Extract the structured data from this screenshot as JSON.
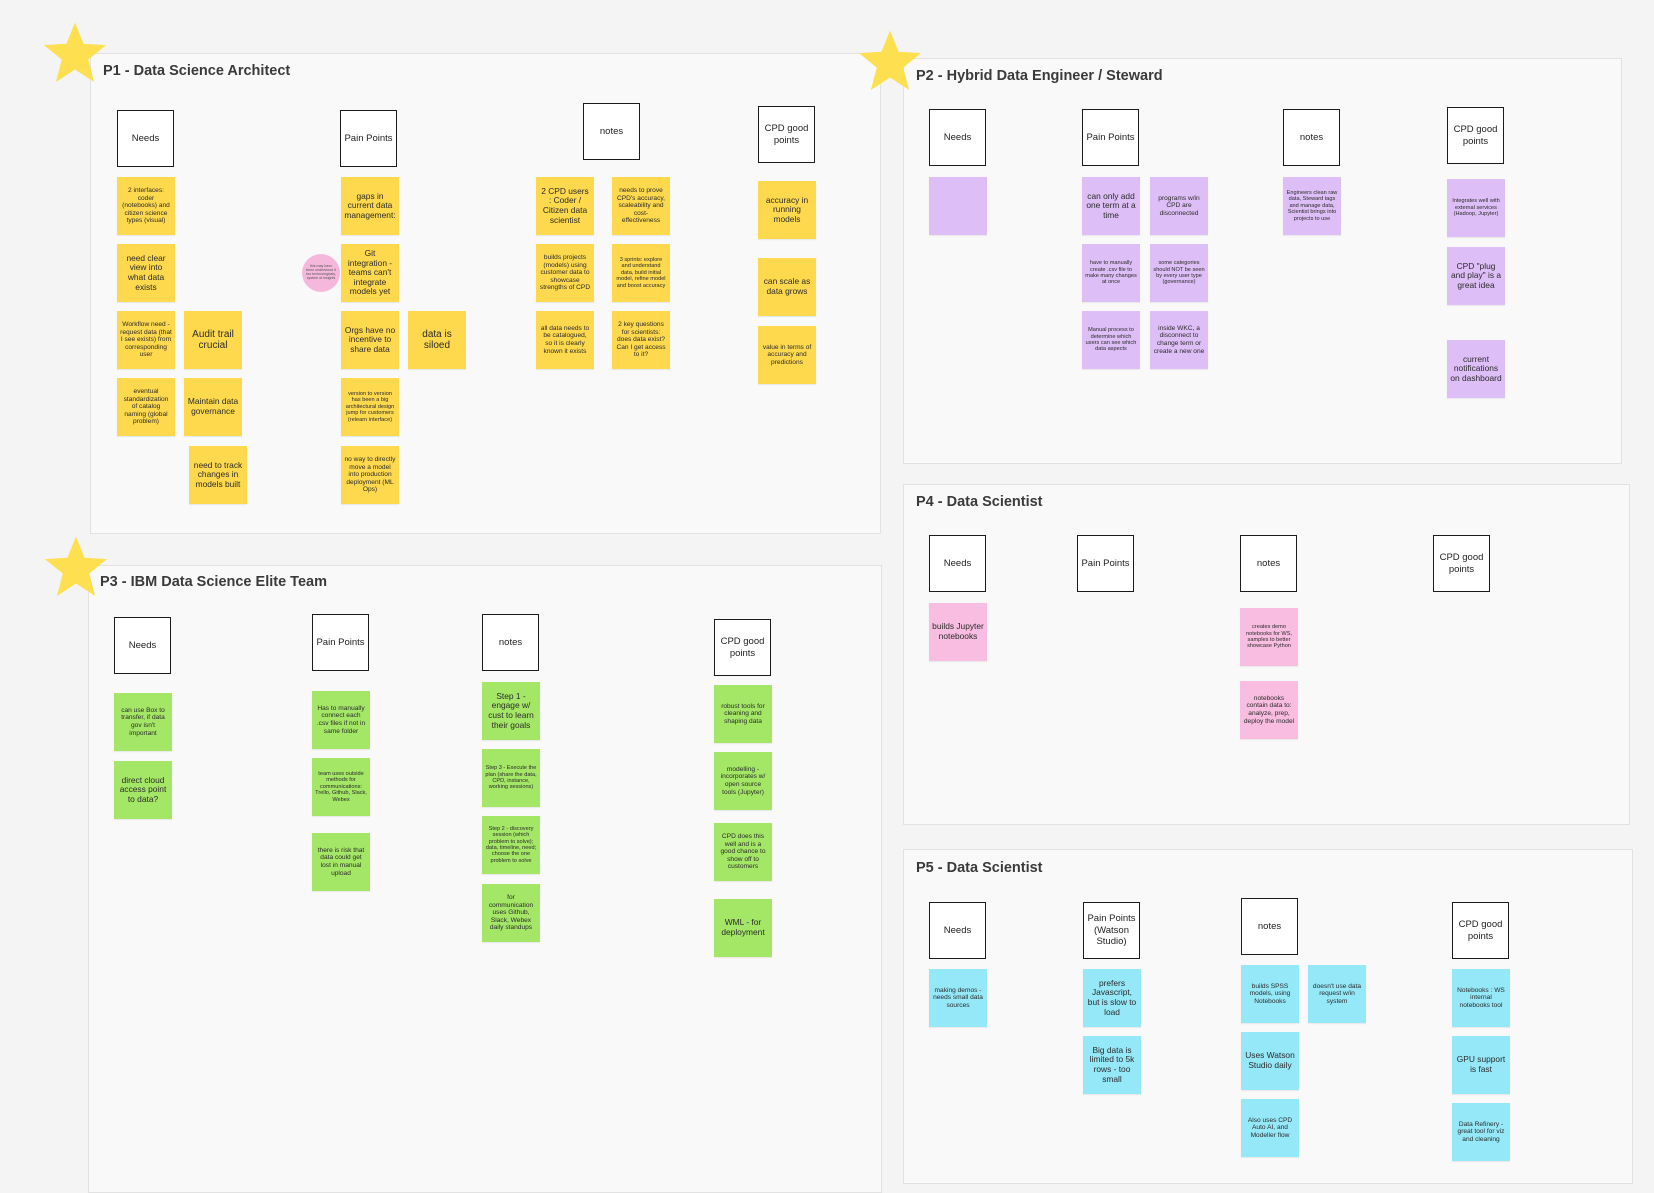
{
  "colors": {
    "yellow": "#fed94d",
    "purple": "#ddbef6",
    "green": "#a4e666",
    "pink": "#f8bde0",
    "cyan": "#95e8f8",
    "star": "#fddf4f"
  },
  "icons": {
    "star": "star-icon"
  },
  "frames": [
    {
      "id": "p1",
      "title": "P1 - Data Science Architect",
      "headers": [
        "Needs",
        "Pain Points",
        "notes",
        "CPD good points"
      ],
      "comment": "this may have been understood it too technologicaly, system of insights",
      "notes": [
        "2 interfaces: coder (notebooks) and citizen science types (visual)",
        "need clear view into what data exists",
        "Workflow need - request data (that I see exists) from corresponding user",
        "Audit trail crucial",
        "eventual standardization of catalog naming (global problem)",
        "Maintain data governance",
        "need to track changes in models built",
        "gaps in current data management:",
        "Git integration - teams can't integrate models yet",
        "Orgs have no incentive to share data",
        "data is siloed",
        "version to version has been a big architectural design jump for customers (relearn interface)",
        "no way to directly move a model into production deployment (ML Ops)",
        "2 CPD users : Coder / Citizen data scientist",
        "needs to prove CPD's accuracy, scaleability and cost-effectiveness",
        "builds projects (models) using customer data to showcase strengths of CPD",
        "3 sprints: explore and understand data, build initial model, refine model and boost accuracy",
        "all data needs to be catalogued, so it is clearly known it exists",
        "2 key questions for scientists: does data exist? Can I get access to it?",
        "accuracy in running models",
        "can scale as data grows",
        "value in terms of accuracy and predictions"
      ]
    },
    {
      "id": "p2",
      "title": "P2 - Hybrid Data Engineer / Steward",
      "headers": [
        "Needs",
        "Pain Points",
        "notes",
        "CPD good points"
      ],
      "notes": [
        "",
        "can only add one term at a time",
        "programs w/in CPD are disconnected",
        "have to manually create .csv file to make many changes at once",
        "some categories should NOT be seen by every user type (governance)",
        "Manual process to determine which users can see which data aspects",
        "inside WKC, a disconnect to change term or create a new one",
        "Engineers clean raw data, Steward tags and manage data, Scientist brings into projects to use",
        "Integrates well with external services (Hadoop, Jupyter)",
        "CPD \"plug and play\" is a great idea",
        "current notifications on dashboard"
      ]
    },
    {
      "id": "p3",
      "title": "P3 - IBM Data Science Elite Team",
      "headers": [
        "Needs",
        "Pain Points",
        "notes",
        "CPD good points"
      ],
      "notes": [
        "can use Box to transfer, if data gov isn't important",
        "direct cloud access point to data?",
        "Has to manually connect each .csv files if not in same folder",
        "team uses outside methods for communications: Trello, Github, Slack, Webex",
        "there is risk that data could get lost in manual upload",
        "Step 1 - engage w/ cust to learn their goals",
        "Step 3 - Execute the plan (share the data, CPD, instance, working sessions)",
        "Step 2 - discovery session (which problem to solve); data, timeline, need; choose the one problem to solve",
        "for communication uses Github, Slack, Webex daily standups",
        "robust tools for cleaning and shaping data",
        "modelling - incorporates w/ open source tools (Jupyter)",
        "CPD does this well and is a good chance to show off to customers",
        "WML - for deployment"
      ]
    },
    {
      "id": "p4",
      "title": "P4 - Data Scientist",
      "headers": [
        "Needs",
        "Pain Points",
        "notes",
        "CPD good points"
      ],
      "notes": [
        "builds Jupyter notebooks",
        "creates demo notebooks for WS, samples to better showcase Python",
        "notebooks contain data to: analyze, prep, deploy the model"
      ]
    },
    {
      "id": "p5",
      "title": "P5 - Data Scientist",
      "headers": [
        "Needs",
        "Pain Points (Watson Studio)",
        "notes",
        "CPD good points"
      ],
      "notes": [
        "making demos - needs small data sources",
        "prefers Javascript, but is slow to load",
        "Big data is limited to 5k rows - too small",
        "builds SPSS models, using Notebooks",
        "doesn't use data request w/in system",
        "Uses Watson Studio daily",
        "Also uses CPD Auto AI, and Modeller flow",
        "Notebooks : WS internal notebooks tool",
        "GPU support is fast",
        "Data Refinery - great tool for viz and cleaning"
      ]
    }
  ]
}
